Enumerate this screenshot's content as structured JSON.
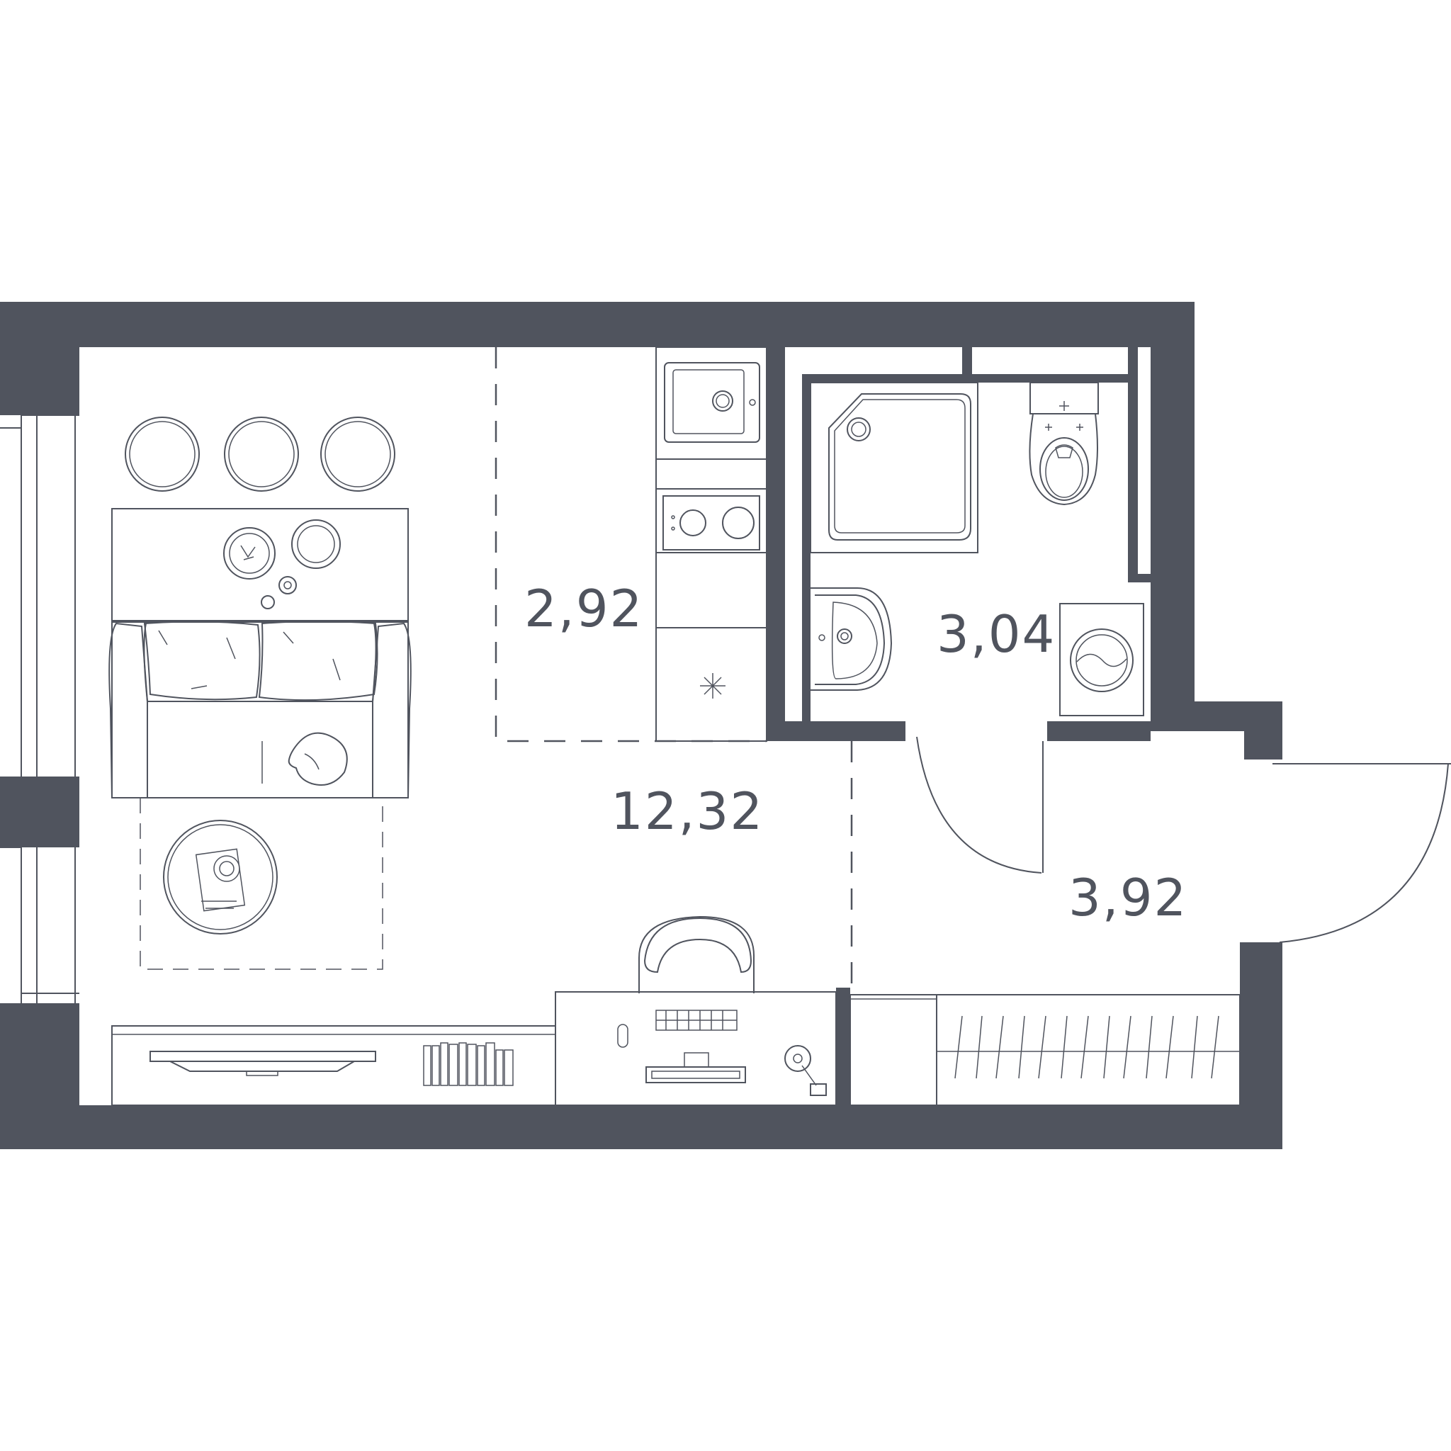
{
  "plan": {
    "colors": {
      "wall": "#50545e",
      "background": "#ffffff",
      "text": "#50545e"
    },
    "rooms": [
      {
        "id": "living",
        "area": "12,32"
      },
      {
        "id": "kitchen",
        "area": "2,92"
      },
      {
        "id": "bathroom",
        "area": "3,04"
      },
      {
        "id": "hallway",
        "area": "3,92"
      }
    ]
  }
}
